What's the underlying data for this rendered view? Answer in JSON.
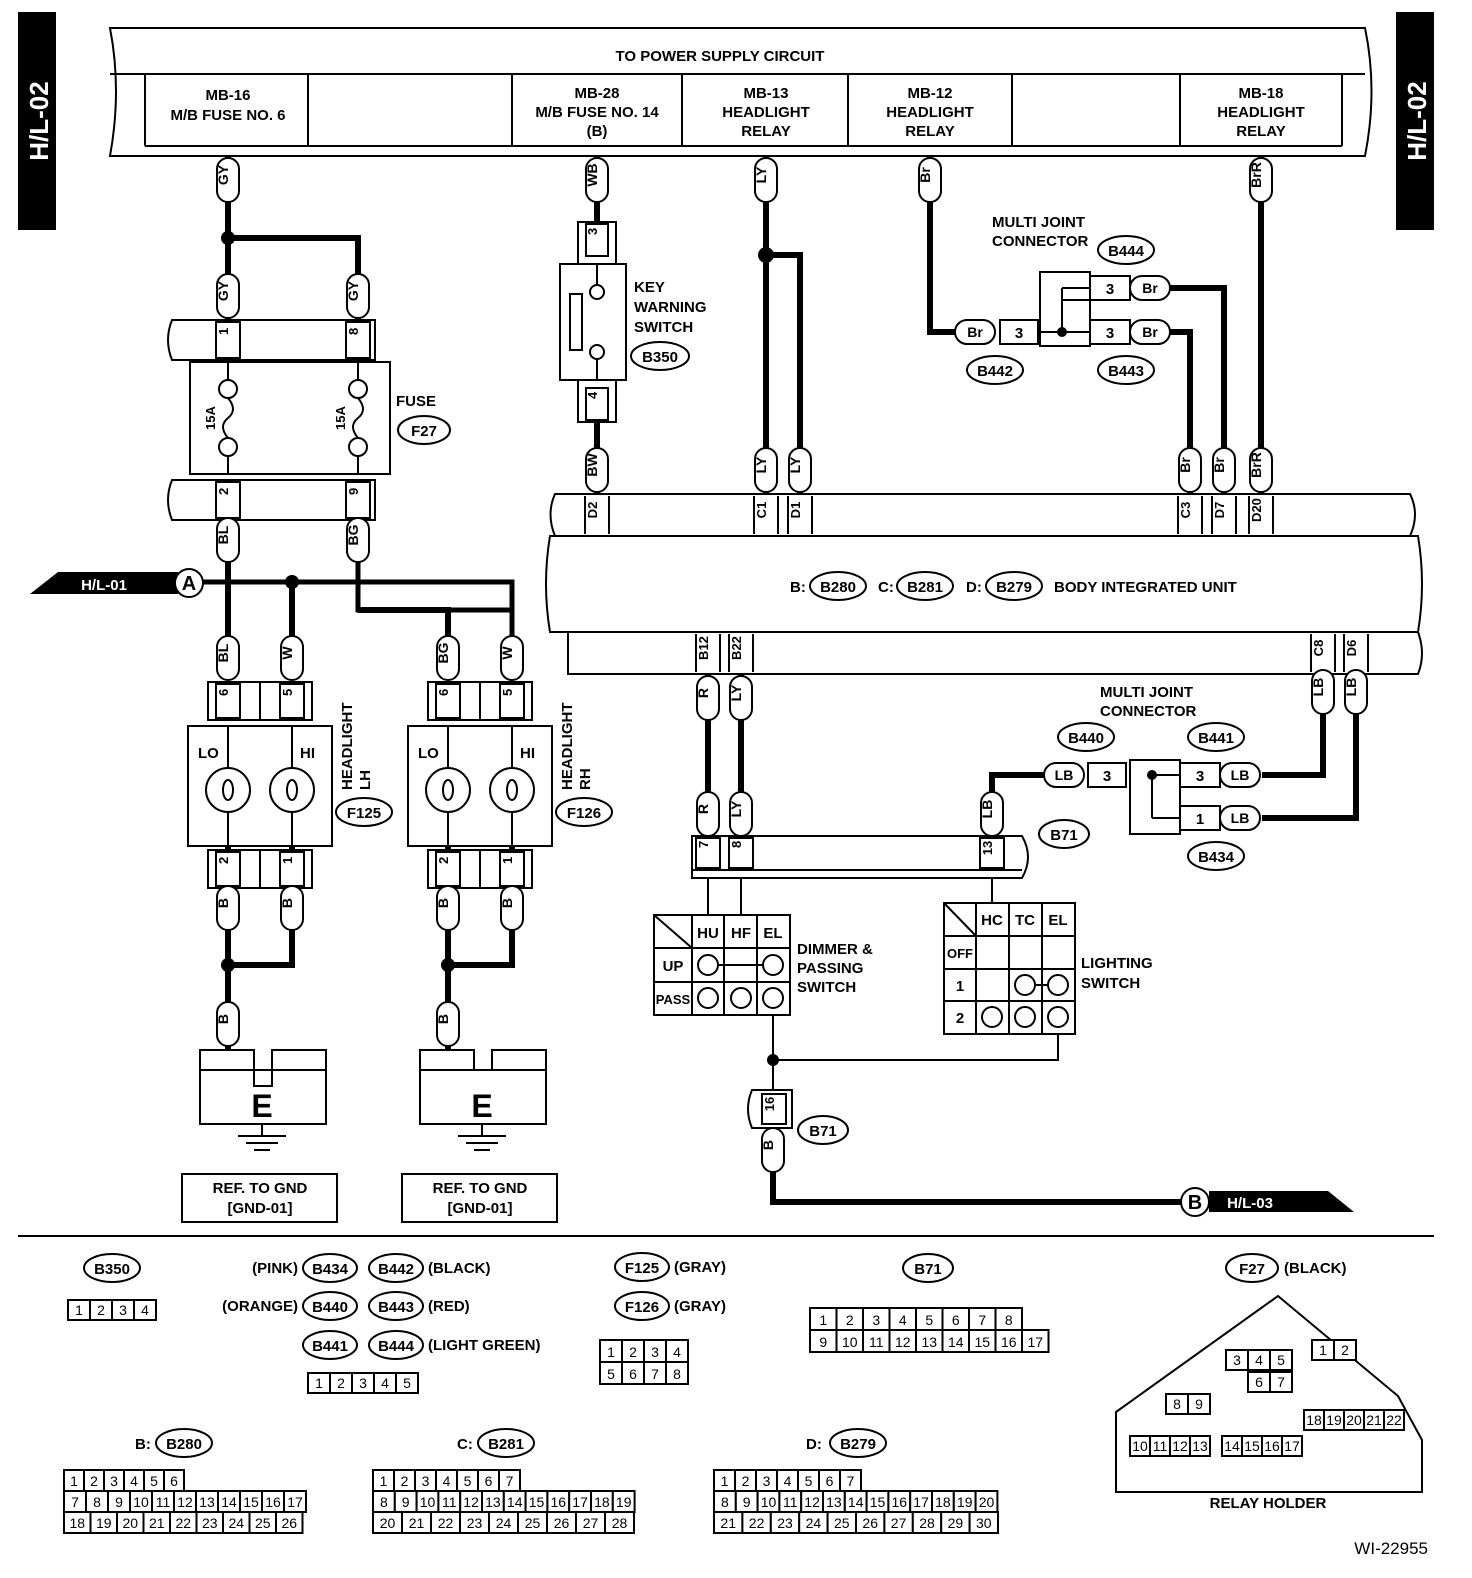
{
  "page_tags": {
    "left": "H/L-02",
    "right": "H/L-02"
  },
  "power_supply": {
    "title": "TO POWER SUPPLY CIRCUIT",
    "mb16": [
      "MB-16",
      "M/B FUSE NO. 6"
    ],
    "mb28": [
      "MB-28",
      "M/B FUSE NO. 14",
      "(B)"
    ],
    "mb13": [
      "MB-13",
      "HEADLIGHT",
      "RELAY"
    ],
    "mb12": [
      "MB-12",
      "HEADLIGHT",
      "RELAY"
    ],
    "mb18": [
      "MB-18",
      "HEADLIGHT",
      "RELAY"
    ]
  },
  "wires": {
    "gy": "GY",
    "wb": "WB",
    "ly": "LY",
    "br": "Br",
    "brr": "BrR",
    "bw": "BW",
    "bl": "BL",
    "bg": "BG",
    "w": "W",
    "b": "B",
    "r": "R",
    "lb": "LB"
  },
  "fuse": {
    "label": "FUSE",
    "id": "F27",
    "rating": "15A",
    "pins": [
      "1",
      "8",
      "2",
      "9"
    ]
  },
  "key_switch": {
    "label": [
      "KEY",
      "WARNING",
      "SWITCH"
    ],
    "id": "B350",
    "pins": [
      "3",
      "4"
    ]
  },
  "multi_joint_top": {
    "label": [
      "MULTI JOINT",
      "CONNECTOR"
    ],
    "b444": "B444",
    "b442": "B442",
    "b443": "B443",
    "pin": "3"
  },
  "biu": {
    "pins_top": [
      "D2",
      "C1",
      "D1",
      "C3",
      "D7",
      "D20"
    ],
    "pins_bottom": [
      "B12",
      "B22",
      "C8",
      "D6"
    ],
    "prefix_b": "B:",
    "b280": "B280",
    "prefix_c": "C:",
    "b281": "B281",
    "prefix_d": "D:",
    "b279": "B279",
    "name": "BODY INTEGRATED UNIT"
  },
  "arrows": {
    "a_page": "H/L-01",
    "a_letter": "A",
    "b_page": "H/L-03",
    "b_letter": "B"
  },
  "headlight_lh": {
    "label": [
      "HEADLIGHT",
      "LH"
    ],
    "id": "F125",
    "lo": "LO",
    "hi": "HI",
    "pins": [
      "6",
      "5",
      "2",
      "1"
    ]
  },
  "headlight_rh": {
    "label": [
      "HEADLIGHT",
      "RH"
    ],
    "id": "F126",
    "lo": "LO",
    "hi": "HI",
    "pins": [
      "6",
      "5",
      "2",
      "1"
    ]
  },
  "ground": {
    "letter": "E",
    "ref1": "REF. TO GND",
    "ref2": "[GND-01]"
  },
  "multi_joint_bottom": {
    "label": [
      "MULTI JOINT",
      "CONNECTOR"
    ],
    "b440": "B440",
    "b441": "B441",
    "b434": "B434",
    "pin3": "3",
    "pin1": "1"
  },
  "b71": {
    "id": "B71",
    "pins": [
      "7",
      "8",
      "13",
      "16"
    ]
  },
  "dimmer": {
    "cols": [
      "HU",
      "HF",
      "EL"
    ],
    "rows": [
      "UP",
      "PASS"
    ],
    "label": [
      "DIMMER &",
      "PASSING",
      "SWITCH"
    ]
  },
  "lighting": {
    "cols": [
      "HC",
      "TC",
      "EL"
    ],
    "rows": [
      "OFF",
      "1",
      "2"
    ],
    "label": [
      "LIGHTING",
      "SWITCH"
    ]
  },
  "legend": {
    "b350": "B350",
    "b350_pins": [
      "1",
      "2",
      "3",
      "4"
    ],
    "pink": "(PINK)",
    "b434": "B434",
    "b442": "B442",
    "black": "(BLACK)",
    "orange": "(ORANGE)",
    "b440": "B440",
    "b443": "B443",
    "red": "(RED)",
    "b441": "B441",
    "b444": "B444",
    "lgreen": "(LIGHT GREEN)",
    "five_pins": [
      "1",
      "2",
      "3",
      "4",
      "5"
    ],
    "f125": "F125",
    "f126": "F126",
    "gray": "(GRAY)",
    "eight_pins": [
      "1",
      "2",
      "3",
      "4",
      "5",
      "6",
      "7",
      "8"
    ],
    "b71": "B71",
    "b71_row1": [
      "1",
      "2",
      "3",
      "4",
      "5",
      "6",
      "7",
      "8"
    ],
    "b71_row2": [
      "9",
      "10",
      "11",
      "12",
      "13",
      "14",
      "15",
      "16",
      "17"
    ],
    "f27": "F27",
    "f27_color": "(BLACK)",
    "relay_holder": "RELAY HOLDER",
    "rh_a": [
      "3",
      "4",
      "5"
    ],
    "rh_b": [
      "6",
      "7"
    ],
    "rh_c": [
      "1",
      "2"
    ],
    "rh_d": [
      "8",
      "9"
    ],
    "rh_e": [
      "10",
      "11",
      "12",
      "13"
    ],
    "rh_f": [
      "14",
      "15",
      "16",
      "17"
    ],
    "rh_g": [
      "18",
      "19",
      "20",
      "21",
      "22"
    ],
    "b280_prefix": "B:",
    "b280": "B280",
    "b280_row1": [
      "1",
      "2",
      "3",
      "4",
      "5",
      "6"
    ],
    "b280_row2": [
      "7",
      "8",
      "9",
      "10",
      "11",
      "12",
      "13",
      "14",
      "15",
      "16",
      "17"
    ],
    "b280_row3": [
      "18",
      "19",
      "20",
      "21",
      "22",
      "23",
      "24",
      "25",
      "26"
    ],
    "b281_prefix": "C:",
    "b281": "B281",
    "b281_row1": [
      "1",
      "2",
      "3",
      "4",
      "5",
      "6",
      "7"
    ],
    "b281_row2": [
      "8",
      "9",
      "10",
      "11",
      "12",
      "13",
      "14",
      "15",
      "16",
      "17",
      "18",
      "19"
    ],
    "b281_row3": [
      "20",
      "21",
      "22",
      "23",
      "24",
      "25",
      "26",
      "27",
      "28"
    ],
    "b279_prefix": "D:",
    "b279": "B279",
    "b279_row1": [
      "1",
      "2",
      "3",
      "4",
      "5",
      "6",
      "7"
    ],
    "b279_row2": [
      "8",
      "9",
      "10",
      "11",
      "12",
      "13",
      "14",
      "15",
      "16",
      "17",
      "18",
      "19",
      "20"
    ],
    "b279_row3": [
      "21",
      "22",
      "23",
      "24",
      "25",
      "26",
      "27",
      "28",
      "29",
      "30"
    ]
  },
  "doc_id": "WI-22955"
}
